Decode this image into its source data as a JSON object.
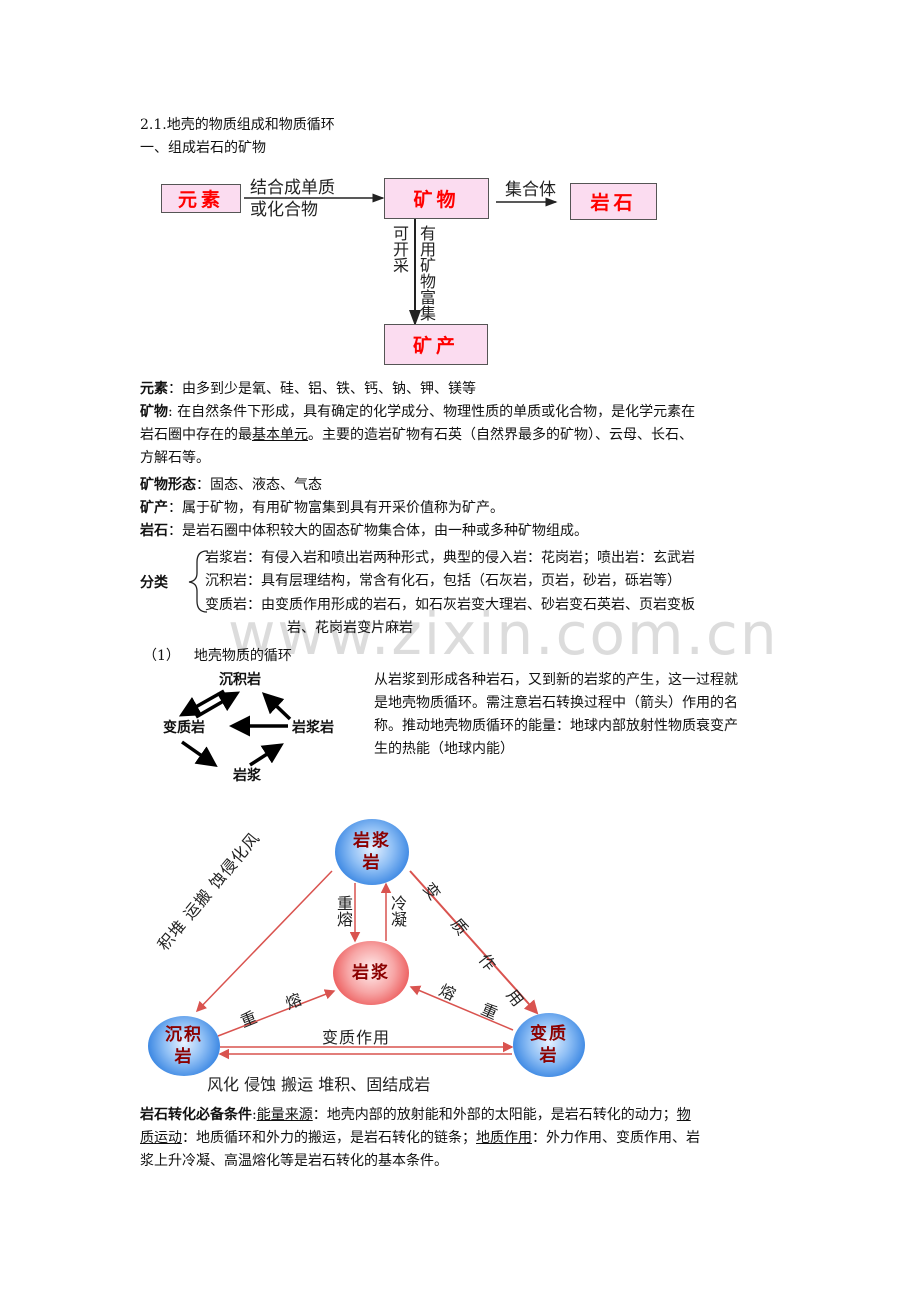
{
  "heading": {
    "section": "2.1.地壳的物质组成和物质循环",
    "subsection": "一、组成岩石的矿物"
  },
  "flow_diagram": {
    "boxes": {
      "element": "元素",
      "mineral": "矿物",
      "rock": "岩石",
      "ore": "矿产"
    },
    "arrows": {
      "element_to_mineral_top": "结合成单质",
      "element_to_mineral_bottom": "或化合物",
      "mineral_to_rock": "集合体",
      "mineral_to_ore_left": "可开采",
      "mineral_to_ore_right": "有用矿物富集"
    }
  },
  "definitions": {
    "element_label": "元素",
    "element_text": "：由多到少是氧、硅、铝、铁、钙、钠、钾、镁等",
    "mineral_label": "矿物",
    "mineral_text_1": ": 在自然条件下形成，具有确定的化学成分、物理性质的单质或化合物，是化学元素在",
    "mineral_text_2a": "岩石圈中存在的最",
    "mineral_text_2u": "基本单元",
    "mineral_text_2b": "。主要的造岩矿物有石英（自然界最多的矿物）、云母、长石、",
    "mineral_text_3": "方解石等。",
    "form_label": "矿物形态",
    "form_text": "：固态、液态、气态",
    "ore_label": "矿产",
    "ore_text": "：属于矿物，有用矿物富集到具有开采价值称为矿产。",
    "rock_label": "岩石",
    "rock_text": "：是岩石圈中体积较大的固态矿物集合体，由一种或多种矿物组成。"
  },
  "classification": {
    "label": "分类",
    "items": [
      "岩浆岩：有侵入岩和喷出岩两种形式，典型的侵入岩：花岗岩；喷出岩：玄武岩",
      "沉积岩：具有层理结构，常含有化石，包括（石灰岩，页岩，砂岩，砾岩等）",
      "变质岩：由变质作用形成的岩石，如石灰岩变大理岩、砂岩变石英岩、页岩变板"
    ],
    "continuation": "岩、花岗岩变片麻岩"
  },
  "watermark": "www.zixin.com.cn",
  "cycle": {
    "heading_num": "（1）",
    "heading_text": "地壳物质的循环",
    "nodes": {
      "sedimentary": "沉积岩",
      "metamorphic": "变质岩",
      "igneous": "岩浆岩",
      "magma": "岩浆"
    },
    "description": [
      "从岩浆到形成各种岩石，又到新的岩浆的产生，这一过程就",
      "是地壳物质循环。需注意岩石转换过程中（箭头）作用的名",
      "称。推动地壳物质循环的能量：地球内部放射性物质衰变产",
      "生的热能（地球内能）"
    ]
  },
  "triangle_diagram": {
    "nodes": {
      "igneous_line1": "岩浆",
      "igneous_line2": "岩",
      "magma": "岩浆",
      "sedimentary_line1": "沉积",
      "sedimentary_line2": "岩",
      "metamorphic_line1": "变质",
      "metamorphic_line2": "岩"
    },
    "labels": {
      "remelt_vertical": "重熔",
      "condense": "冷凝",
      "left_edge": "积堆 运搬 蚀侵化风",
      "right_edge": "变 质 作 用",
      "left_remelt_1": "重",
      "left_remelt_2": "熔",
      "right_remelt_1": "熔",
      "right_remelt_2": "重",
      "bottom_top": "变质作用",
      "bottom_under": "风化 侵蚀 搬运 堆积、固结成岩"
    },
    "line_color": "#d9534f"
  },
  "conditions": {
    "label": "岩石转化必备条件",
    "colon": ":",
    "energy_label": "能量来源",
    "energy_text": "：地壳内部的放射能和外部的太阳能，是岩石转化的动力；",
    "motion_label_1": "物",
    "motion_label_2": "质运动",
    "motion_text": "：地质循环和外力的搬运，是岩石转化的链条；",
    "action_label": "地质作用",
    "action_text_1": "：外力作用、变质作用、岩",
    "action_text_2": "浆上升冷凝、高温熔化等是岩石转化的基本条件。"
  }
}
